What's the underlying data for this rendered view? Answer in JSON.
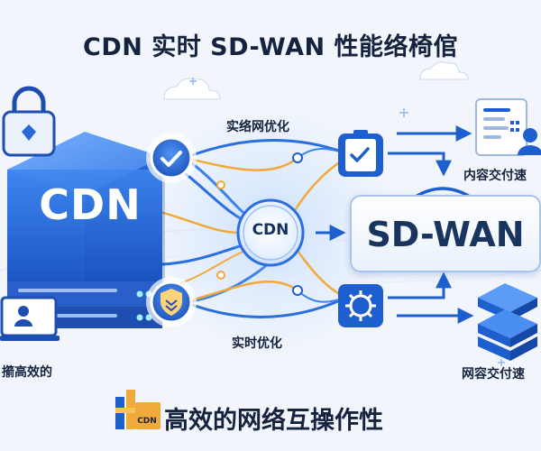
{
  "title": "CDN 实时 SD-WAN 性能络椅倌",
  "cdn_block": {
    "label": "CDN"
  },
  "hub": {
    "label": "CDN"
  },
  "sdwan": {
    "label": "SD-WAN"
  },
  "labels": {
    "top_path": "实络网优化",
    "bottom_path": "实时优化",
    "right_top": "内容交付速",
    "right_bottom": "网容交付速",
    "left_bottom": "擶高效的"
  },
  "footer": {
    "text": "高效的网络互操作性",
    "logo_text": "CDN"
  },
  "icons": [
    "lock-icon",
    "checkmark-icon",
    "shield-icon",
    "clipboard-check-icon",
    "document-user-icon",
    "laptop-user-icon",
    "gear-network-icon",
    "server-stack-icon",
    "wifi-icon",
    "cloud-icon",
    "arrow-icon"
  ],
  "colors": {
    "primary_blue": "#1e5fd0",
    "dark_blue": "#16233f",
    "accent_orange": "#f2a93b",
    "light_blue": "#a9c4ec"
  }
}
